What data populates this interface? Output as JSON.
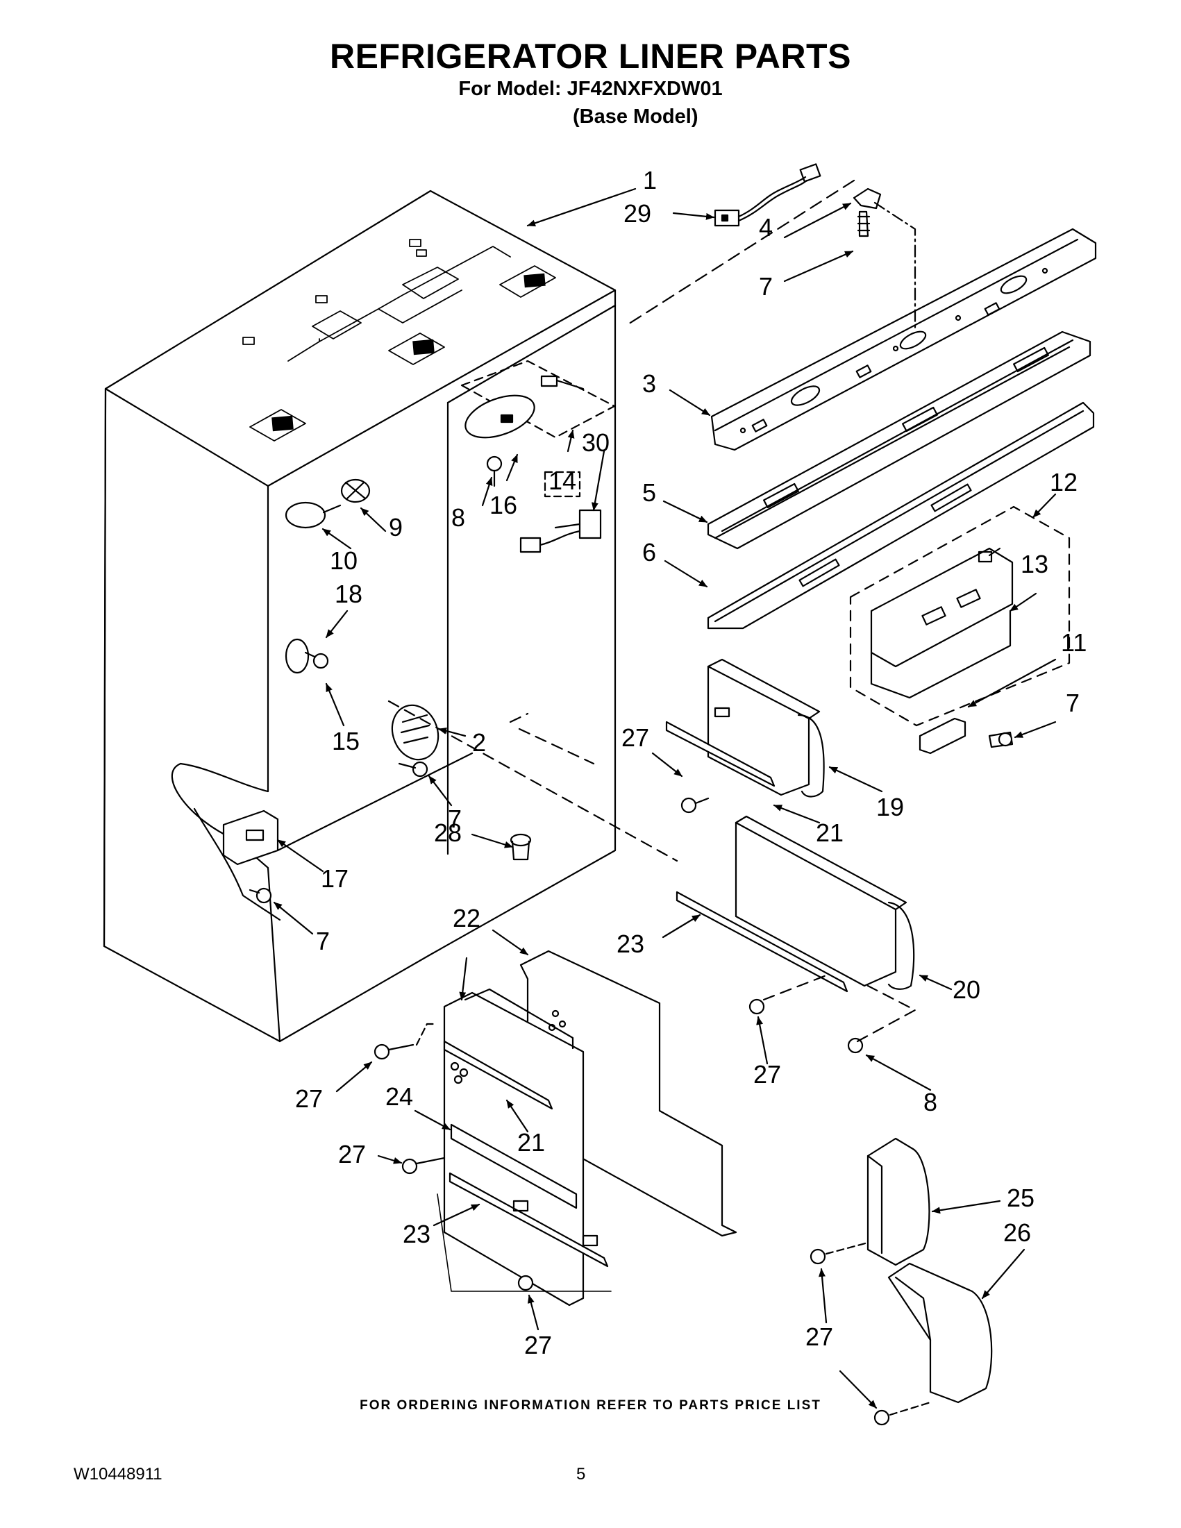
{
  "header": {
    "title": "REFRIGERATOR LINER PARTS",
    "model_line": "For Model: JF42NXFXDW01",
    "base_model": "(Base Model)"
  },
  "callouts": [
    "1",
    "29",
    "4",
    "7",
    "3",
    "30",
    "14",
    "16",
    "8",
    "12",
    "5",
    "6",
    "13",
    "9",
    "10",
    "18",
    "11",
    "7",
    "15",
    "2",
    "7",
    "27",
    "19",
    "21",
    "28",
    "17",
    "7",
    "22",
    "23",
    "20",
    "27",
    "8",
    "27",
    "24",
    "21",
    "27",
    "25",
    "26",
    "23",
    "27",
    "27"
  ],
  "footer": {
    "ordering_note": "FOR ORDERING INFORMATION REFER TO PARTS PRICE LIST",
    "doc_number": "W10448911",
    "page_number": "5"
  }
}
